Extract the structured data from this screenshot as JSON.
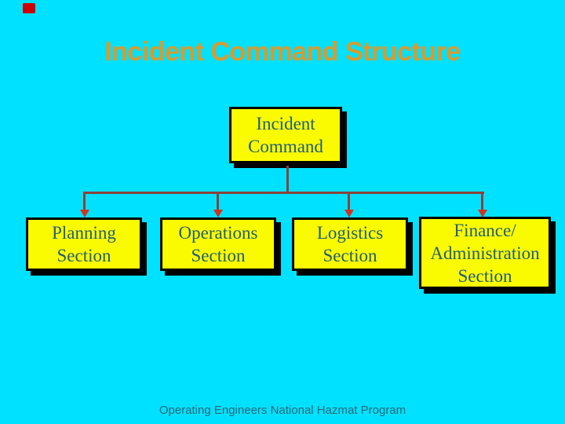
{
  "slide": {
    "title": "Incident Command Structure",
    "footer": "Operating Engineers National Hazmat Program"
  },
  "diagram": {
    "type": "org-chart",
    "root": {
      "label": "Incident Command",
      "lines": [
        "Incident",
        "Command"
      ]
    },
    "sections": [
      {
        "label": "Planning Section",
        "lines": [
          "Planning",
          "Section"
        ]
      },
      {
        "label": "Operations Section",
        "lines": [
          "Operations",
          "Section"
        ]
      },
      {
        "label": "Logistics Section",
        "lines": [
          "Logistics",
          "Section"
        ]
      },
      {
        "label": "Finance/Administration Section",
        "lines": [
          "Finance/",
          "Administration",
          "Section"
        ]
      }
    ]
  },
  "colors": {
    "background": "#00E1FF",
    "title-text": "#D89B2D",
    "box-fill": "#FBFB00",
    "box-border": "#000000",
    "box-text": "#215E7C",
    "connector-line": "#8A423C",
    "arrowhead": "#D2321F",
    "footer-text": "#2A6877",
    "corner-mark": "#CC0000"
  }
}
